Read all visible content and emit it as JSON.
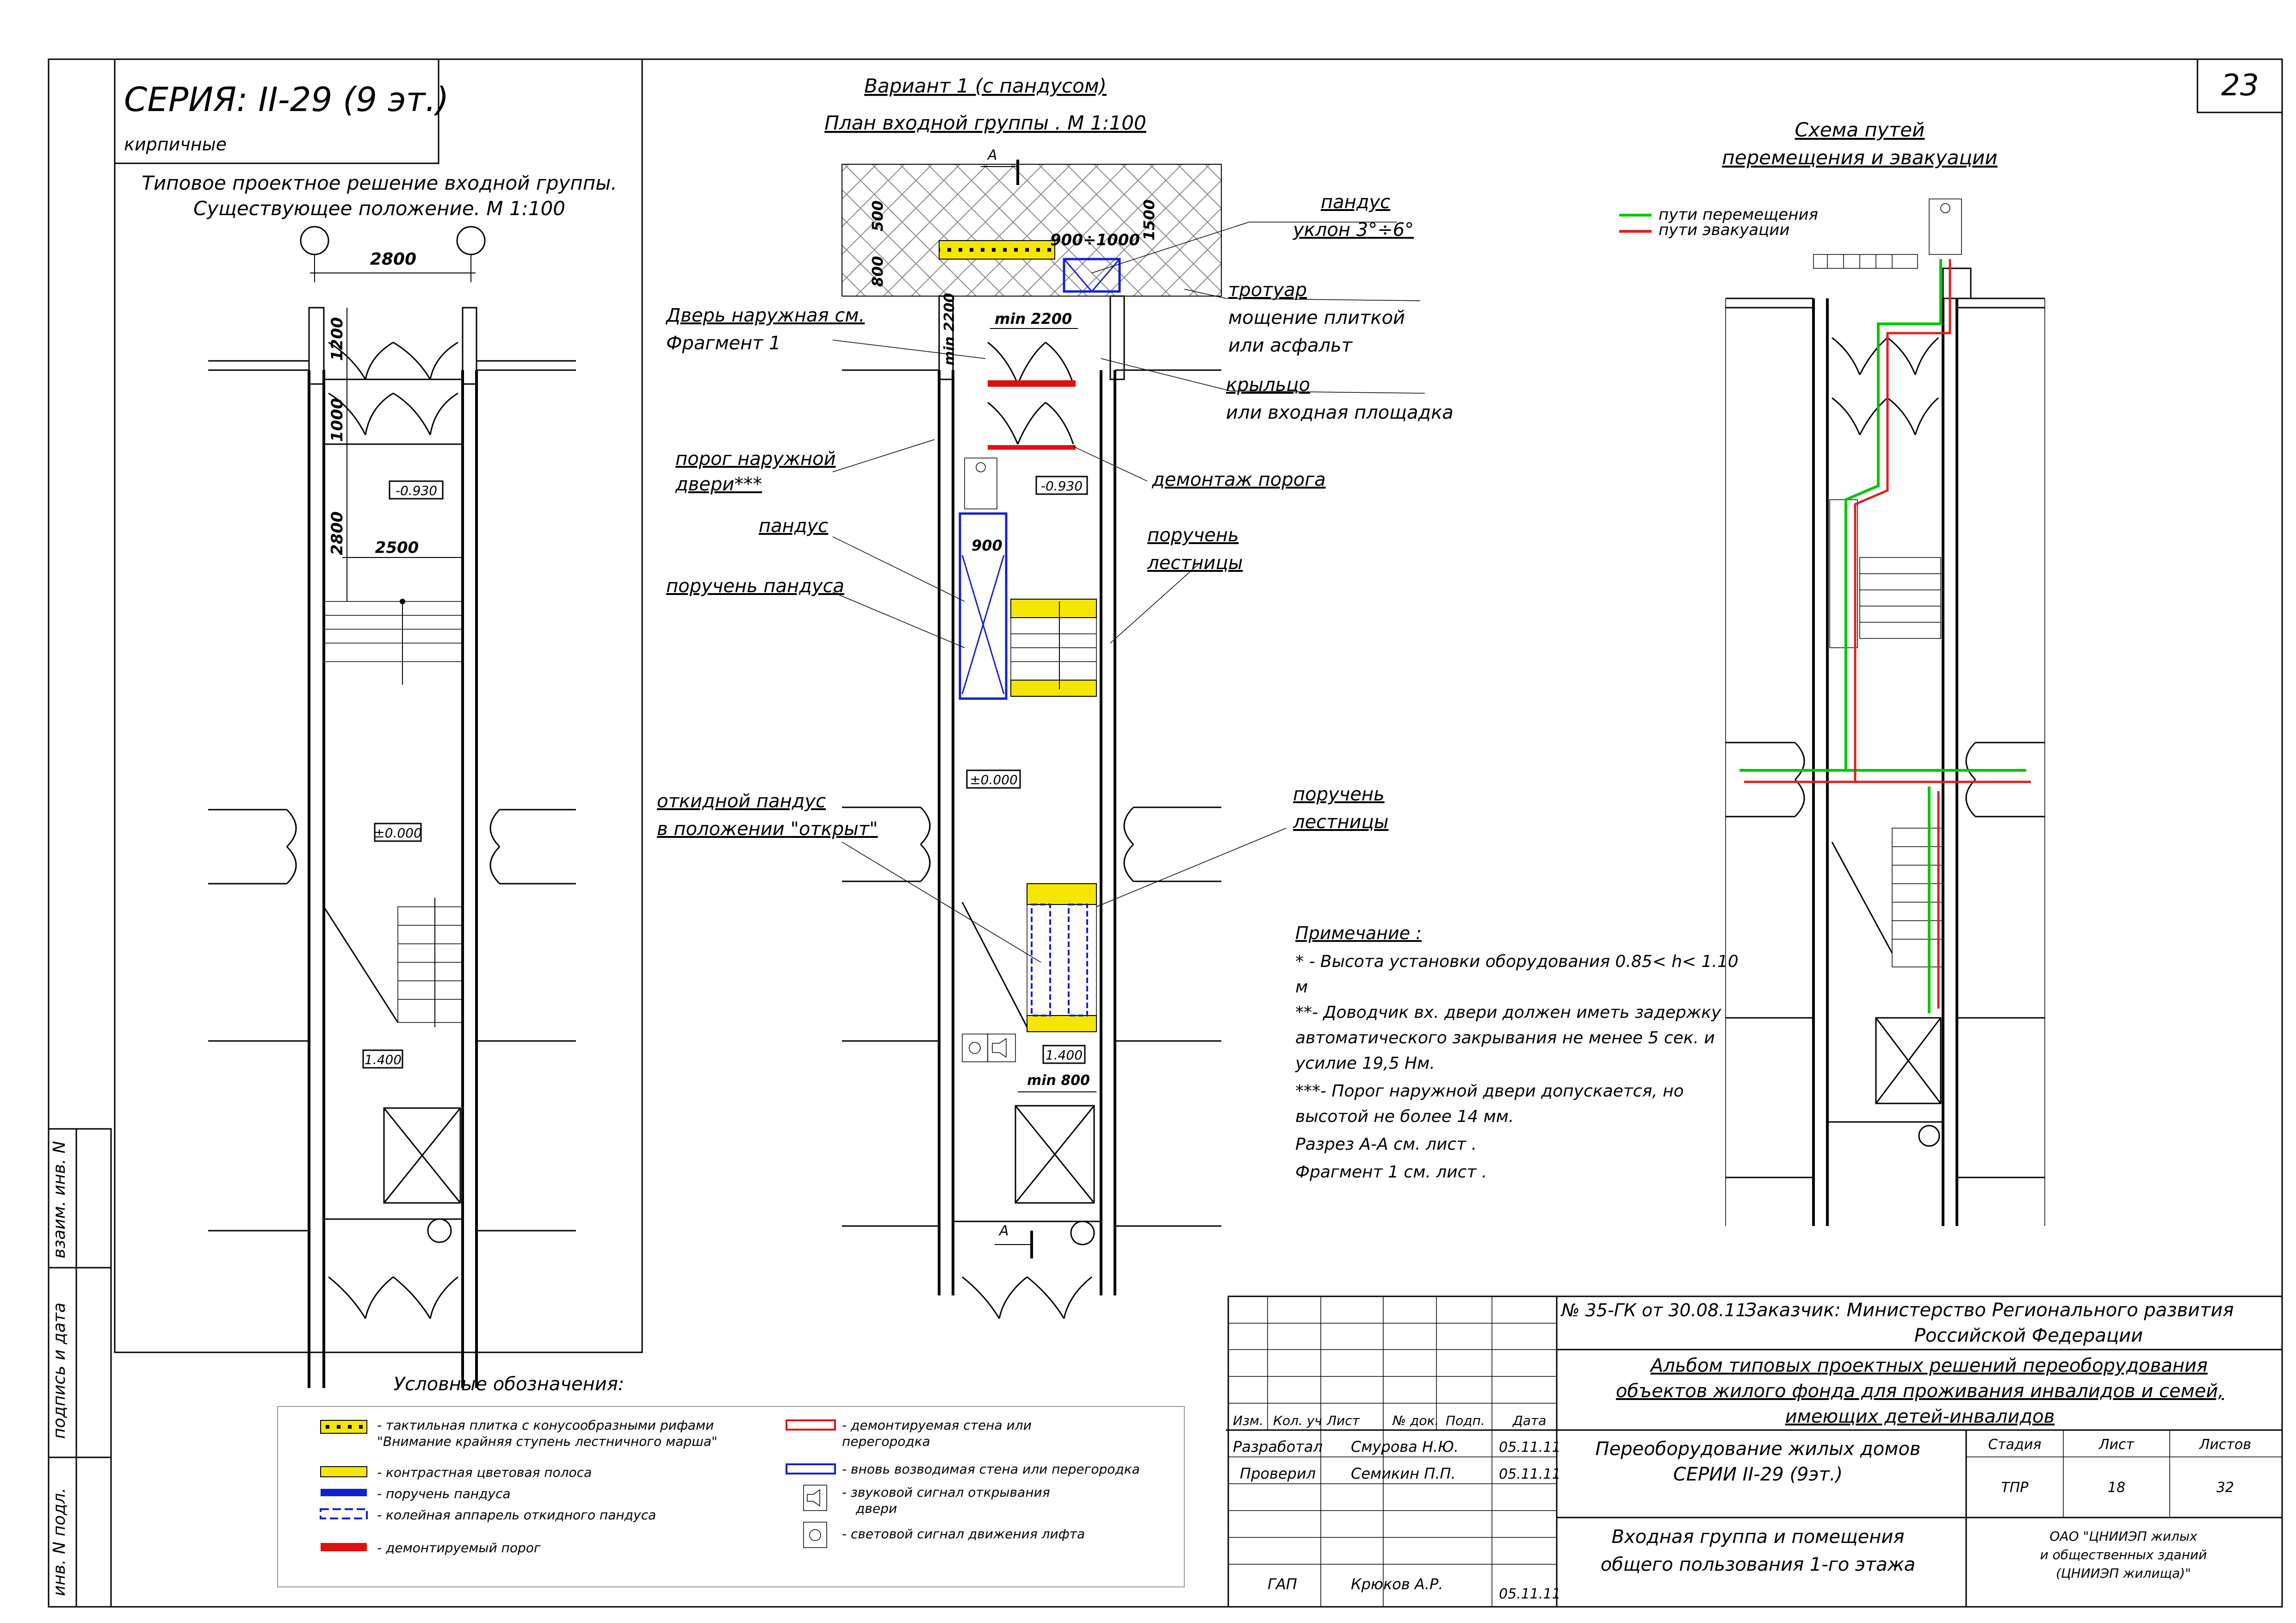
{
  "sheet_number": "23",
  "series": {
    "title": "СЕРИЯ: II-29 (9 эт.)",
    "subtitle": "кирпичные"
  },
  "existing_plan": {
    "caption_line1": "Типовое проектное решение входной группы.",
    "caption_line2": "Существующее положение. М 1:100",
    "dims": {
      "d2800_top": "2800",
      "d1200": "1200",
      "d1000": "1000",
      "d2800_side": "2800",
      "d2500": "2500"
    },
    "levels": {
      "l1": "-0.930",
      "l2": "±0.000",
      "l3": "1.400"
    }
  },
  "variant_plan": {
    "title": "Вариант 1 (с пандусом)",
    "caption": "План входной группы . М 1:100",
    "dims": {
      "d500": "500",
      "d800": "800",
      "d1500": "1500",
      "slope_len": "900÷1000",
      "d_min2200_h": "min 2200",
      "d_min2200_v": "min 2200",
      "d900": "900",
      "d_min800": "min 800"
    },
    "levels": {
      "l1": "-0.930",
      "l2": "±0.000",
      "l3": "1.400"
    },
    "section_mark": "A",
    "callouts": {
      "ramp_title": "пандус",
      "ramp_slope": "уклон 3°÷6°",
      "sidewalk_1": "тротуар",
      "sidewalk_2": "мощение плиткой",
      "sidewalk_3": "или асфальт",
      "porch_1": "крыльцо",
      "porch_2": "или входная площадка",
      "door_1": "Дверь наружная см.",
      "door_2": "Фрагмент 1",
      "threshold_1": "порог наружной",
      "threshold_2": "двери***",
      "dismantle": "демонтаж порога",
      "ramp": "пандус",
      "ramp_rail": "поручень пандуса",
      "stair_rail_a1": "поручень",
      "stair_rail_a2": "лестницы",
      "fold_ramp_1": "откидной пандус",
      "fold_ramp_2": "в положении \"открыт\"",
      "stair_rail_b1": "поручень",
      "stair_rail_b2": "лестницы"
    }
  },
  "evac_plan": {
    "title_1": "Схема путей",
    "title_2": "перемещения и эвакуации",
    "legend_move": "пути перемещения",
    "legend_evac": "пути эвакуации",
    "colors": {
      "move": "#00c800",
      "evac": "#e02020"
    }
  },
  "notes": {
    "title": "Примечание :",
    "lines": [
      "* - Высота установки оборудования 0.85< h< 1.10",
      "м",
      "**- Доводчик вх. двери должен иметь задержку",
      " автоматического закрывания не менее 5 сек. и",
      "усилие 19,5 Нм.",
      "***-  Порог наружной двери допускается, но",
      "высотой не более 14 мм.",
      "Разрез А-А см.  лист           .",
      "Фрагмент 1  см. лист           ."
    ]
  },
  "legend": {
    "title": "Условные обозначения:",
    "items": [
      {
        "id": "tactile",
        "text1": "- тактильная плитка с конусообразными рифами",
        "text2": "\"Внимание крайняя ступень лестничного марша\""
      },
      {
        "id": "contrast",
        "text1": "- контрастная цветовая полоса"
      },
      {
        "id": "ramp_rail",
        "text1": "- поручень пандуса"
      },
      {
        "id": "fold_ramp",
        "text1": "- колейная аппарель откидного пандуса"
      },
      {
        "id": "threshold",
        "text1": "- демонтируемый порог"
      },
      {
        "id": "wall_removed",
        "text1": "- демонтируемая стена или",
        "text2": "перегородка"
      },
      {
        "id": "wall_new",
        "text1": "- вновь возводимая стена или перегородка"
      },
      {
        "id": "sound",
        "text1": "- звуковой сигнал открывания",
        "text2": "двери"
      },
      {
        "id": "light",
        "text1": "- световой сигнал движения лифта"
      }
    ],
    "colors": {
      "yellow": "#f5e600",
      "blue": "#1020d0",
      "red": "#e01010"
    }
  },
  "side_stamp": {
    "c1": "инв. N подл.",
    "c2": "подпись и дата",
    "c3": "взаим. инв. N"
  },
  "stamp": {
    "contract": "№ 35-ГК от 30.08.11",
    "customer_1": "Заказчик: Министерство Регионального развития",
    "customer_2": "Российской Федерации",
    "album_1": "Альбом типовых проектных решений переоборудования",
    "album_2": "объектов жилого фонда для проживания инвалидов и семей,",
    "album_3": "имеющих детей-инвалидов",
    "header": [
      "Изм.",
      "Кол. уч",
      "Лист",
      "№ док.",
      "Подп.",
      "Дата"
    ],
    "rows": [
      {
        "role": "Разработал",
        "name": "Смурова Н.Ю.",
        "date": "05.11.11"
      },
      {
        "role": "Проверил",
        "name": "Семикин П.П.",
        "date": "05.11.11"
      },
      {
        "role": "ГАП",
        "name": "Крюков А.Р.",
        "date": "05.11.11"
      }
    ],
    "object_1": "Переоборудование жилых домов",
    "object_2": "СЕРИИ II-29 (9эт.)",
    "sheet_title_1": "Входная группа и помещения",
    "sheet_title_2": "общего пользования 1-го этажа",
    "stage_h": "Стадия",
    "sheet_h": "Лист",
    "sheets_h": "Листов",
    "stage": "ТПР",
    "sheet": "18",
    "sheets": "32",
    "org_1": "ОАО \"ЦНИИЭП жилых",
    "org_2": "и общественных зданий",
    "org_3": "(ЦНИИЭП жилища)\""
  }
}
